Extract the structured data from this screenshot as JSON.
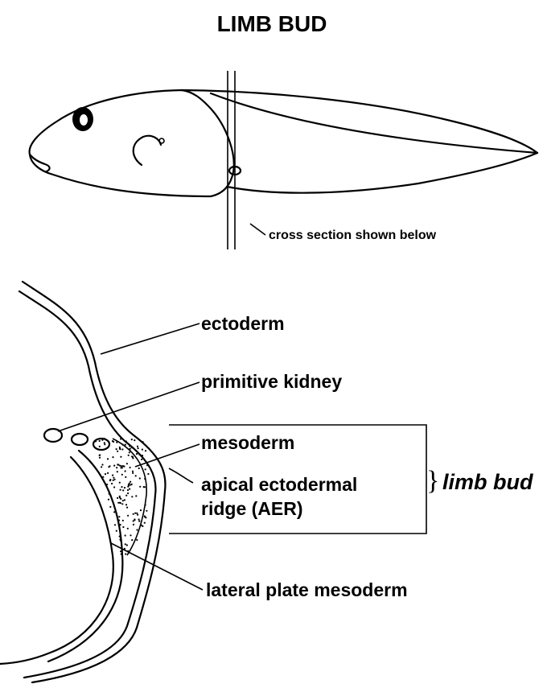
{
  "title": "LIMB BUD",
  "upper_figure": {
    "section_label": "cross section shown below"
  },
  "cross_section": {
    "labels": {
      "ectoderm": "ectoderm",
      "primitive_kidney": "primitive kidney",
      "mesoderm": "mesoderm",
      "aer_line1": "apical ectodermal",
      "aer_line2": "ridge (AER)",
      "lateral_plate": "lateral plate mesoderm"
    },
    "bracket_label": "limb bud"
  }
}
